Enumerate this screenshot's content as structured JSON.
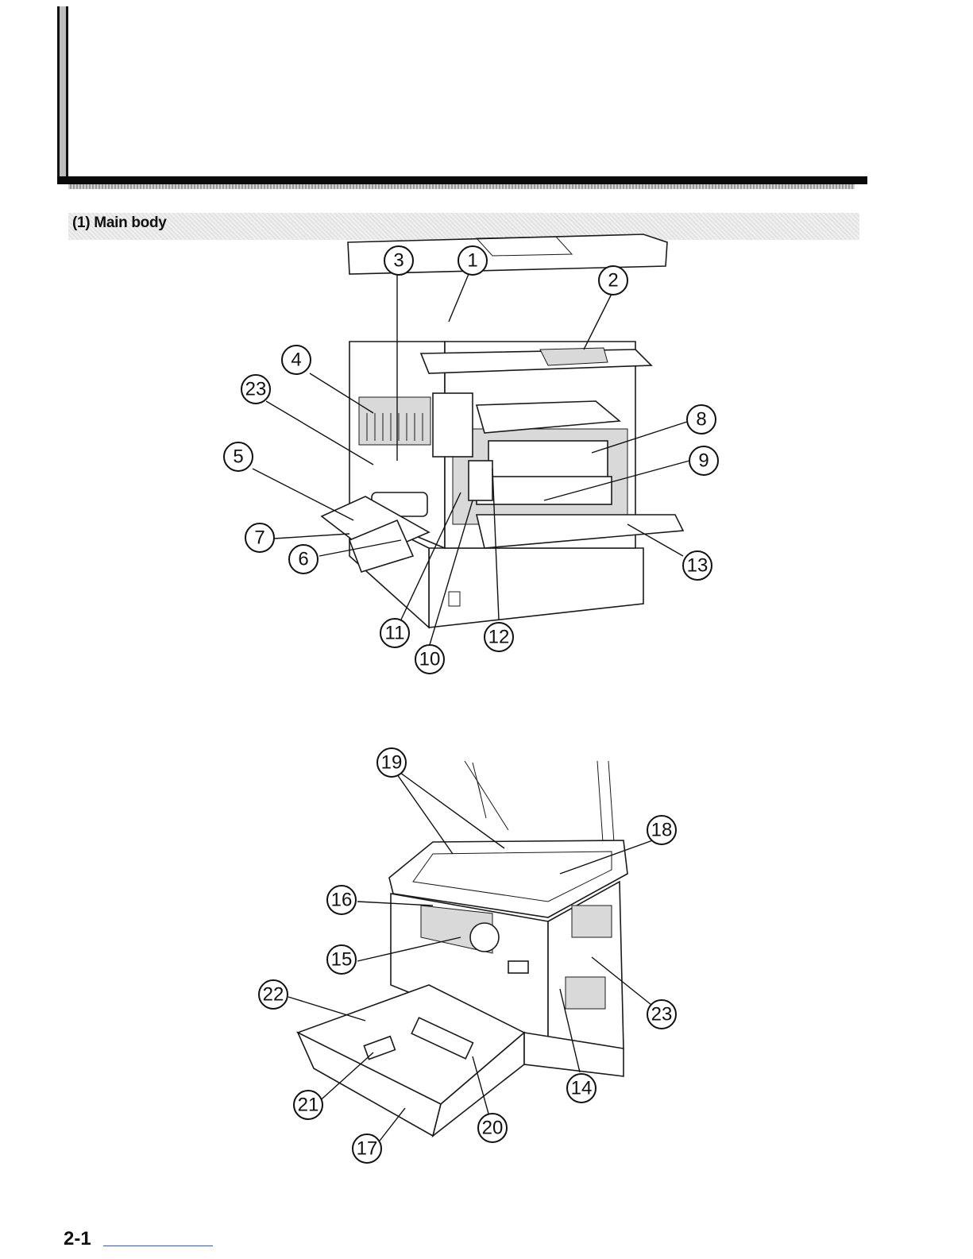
{
  "section": {
    "title": "(1) Main body"
  },
  "figure1": {
    "callouts": [
      "1",
      "2",
      "3",
      "4",
      "5",
      "6",
      "7",
      "8",
      "9",
      "10",
      "11",
      "12",
      "13",
      "23"
    ]
  },
  "figure2": {
    "callouts": [
      "14",
      "15",
      "16",
      "17",
      "18",
      "19",
      "20",
      "21",
      "22",
      "23"
    ]
  },
  "footer": {
    "page_number": "2-1"
  }
}
